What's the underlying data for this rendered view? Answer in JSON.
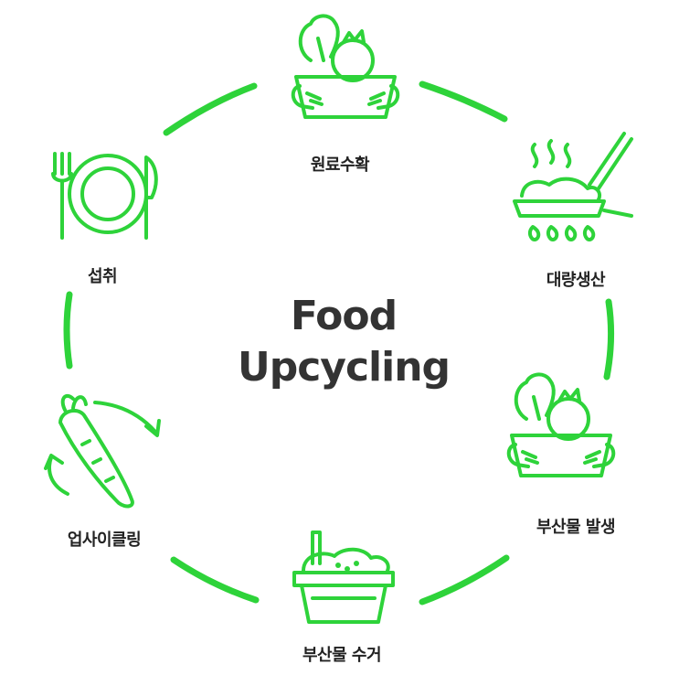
{
  "title": {
    "line1": "Food",
    "line2": "Upcycling"
  },
  "steps": [
    {
      "label": "원료수확",
      "icon": "vegetable-basket-icon"
    },
    {
      "label": "대량생산",
      "icon": "cooking-pan-icon"
    },
    {
      "label": "부산물 발생",
      "icon": "vegetable-basket-icon"
    },
    {
      "label": "부산물 수거",
      "icon": "collection-container-icon"
    },
    {
      "label": "업사이클링",
      "icon": "carrot-recycle-icon"
    },
    {
      "label": "섭취",
      "icon": "plate-cutlery-icon"
    }
  ],
  "colors": {
    "accent": "#2ed33a",
    "text": "#222222",
    "title": "#333333"
  }
}
